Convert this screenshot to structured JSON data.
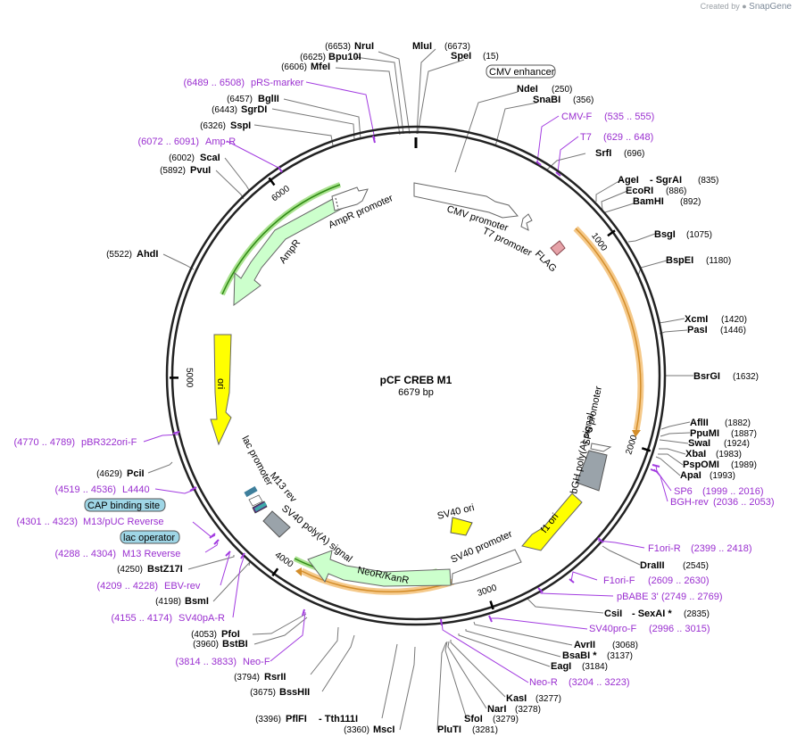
{
  "branding": {
    "created_by": "Created by",
    "app": "SnapGene"
  },
  "plasmid": {
    "name": "pCF CREB M1",
    "size_label": "6679 bp",
    "length": 6679
  },
  "colors": {
    "backbone": "#222222",
    "primer": "#a23be0",
    "site_line": "#777777",
    "gene_fill": "#ccffcc",
    "gene_stroke": "#666666",
    "ori_fill": "#ffff00",
    "promoter_fill": "#ffffff",
    "orf_fill": "#f5c98a",
    "orf_stroke": "#d38d2a",
    "green_track": "#2f8a13",
    "sites_box": "#9fd6e6",
    "flag_fill": "#e6a2a8",
    "terminator_fill": "#999999",
    "polyA_fill": "#9aa3aa"
  },
  "ticks": [
    {
      "label": "1000"
    },
    {
      "label": "2000"
    },
    {
      "label": "3000"
    },
    {
      "label": "4000"
    },
    {
      "label": "5000"
    },
    {
      "label": "6000"
    }
  ],
  "features": {
    "cmv_enhancer": "CMV enhancer",
    "cmv_promoter": "CMV promoter",
    "t7_promoter": "T7 promoter",
    "flag": "FLAG",
    "sp6_promoter": "SP6 promoter",
    "bgh_polya": "bGH poly(A) signal",
    "f1_ori": "f1 ori",
    "sv40_ori": "SV40 ori",
    "sv40_promoter": "SV40 promoter",
    "neo_kan": "NeoR/KanR",
    "sv40_polya": "SV40 poly(A) signal",
    "m13_rev": "M13 rev",
    "lac_promoter": "lac promoter",
    "ori": "ori",
    "ampr": "AmpR",
    "ampr_promoter": "AmpR promoter",
    "cap_site": "CAP binding site",
    "lac_operator": "lac operator"
  },
  "sites": [
    {
      "pos": "(6653)",
      "name": "NruI"
    },
    {
      "pos": "(6625)",
      "name": "Bpu10I"
    },
    {
      "pos": "(6606)",
      "name": "MfeI"
    },
    {
      "name": "MluI",
      "pos": "(6673)"
    },
    {
      "name": "SpeI",
      "pos": "(15)"
    },
    {
      "name": "NdeI",
      "pos": "(250)"
    },
    {
      "name": "SnaBI",
      "pos": "(356)"
    },
    {
      "name": "SrfI",
      "pos": "(696)"
    },
    {
      "name": "AgeI",
      "pos": ""
    },
    {
      "name": "- SgrAI",
      "pos": "(835)"
    },
    {
      "name": "EcoRI",
      "pos": "(886)"
    },
    {
      "name": "BamHI",
      "pos": "(892)"
    },
    {
      "name": "BsgI",
      "pos": "(1075)"
    },
    {
      "name": "BspEI",
      "pos": "(1180)"
    },
    {
      "name": "XcmI",
      "pos": "(1420)"
    },
    {
      "name": "PasI",
      "pos": "(1446)"
    },
    {
      "name": "BsrGI",
      "pos": "(1632)"
    },
    {
      "name": "AflII",
      "pos": "(1882)"
    },
    {
      "name": "PpuMI",
      "pos": "(1887)"
    },
    {
      "name": "SwaI",
      "pos": "(1924)"
    },
    {
      "name": "XbaI",
      "pos": "(1983)"
    },
    {
      "name": "PspOMI",
      "pos": "(1989)"
    },
    {
      "name": "ApaI",
      "pos": "(1993)"
    },
    {
      "name": "DraIII",
      "pos": "(2545)"
    },
    {
      "name": "CsiI",
      "pos": ""
    },
    {
      "name": "- SexAI *",
      "pos": "(2835)"
    },
    {
      "name": "AvrII",
      "pos": "(3068)"
    },
    {
      "name": "BsaBI *",
      "pos": "(3137)"
    },
    {
      "name": "EagI",
      "pos": "(3184)"
    },
    {
      "name": "KasI",
      "pos": "(3277)"
    },
    {
      "name": "NarI",
      "pos": "(3278)"
    },
    {
      "name": "SfoI",
      "pos": "(3279)"
    },
    {
      "name": "PluTI",
      "pos": "(3281)"
    },
    {
      "pos": "(3360)",
      "name": "MscI"
    },
    {
      "pos": "(3396)",
      "name": "PflFI"
    },
    {
      "pos": "",
      "name": "- Tth111I"
    },
    {
      "pos": "(3675)",
      "name": "BssHII"
    },
    {
      "pos": "(3794)",
      "name": "RsrII"
    },
    {
      "pos": "(3960)",
      "name": "BstBI"
    },
    {
      "pos": "(4053)",
      "name": "PfoI"
    },
    {
      "pos": "(4198)",
      "name": "BsmI"
    },
    {
      "pos": "(4250)",
      "name": "BstZ17I"
    },
    {
      "pos": "(4629)",
      "name": "PciI"
    },
    {
      "pos": "(5522)",
      "name": "AhdI"
    },
    {
      "pos": "(5892)",
      "name": "PvuI"
    },
    {
      "pos": "(6002)",
      "name": "ScaI"
    },
    {
      "pos": "(6326)",
      "name": "SspI"
    },
    {
      "pos": "(6443)",
      "name": "SgrDI"
    },
    {
      "pos": "(6457)",
      "name": "BglII"
    }
  ],
  "primers": [
    {
      "range": "(6489 .. 6508)",
      "name": "pRS-marker"
    },
    {
      "range": "(6072 .. 6091)",
      "name": "Amp-R"
    },
    {
      "name": "CMV-F",
      "range": "(535 .. 555)"
    },
    {
      "name": "T7",
      "range": "(629 .. 648)"
    },
    {
      "name": "SP6",
      "range": "(1999 .. 2016)"
    },
    {
      "name": "BGH-rev",
      "range": "(2036 .. 2053)"
    },
    {
      "name": "F1ori-R",
      "range": "(2399 .. 2418)"
    },
    {
      "name": "F1ori-F",
      "range": "(2609 .. 2630)"
    },
    {
      "name": "pBABE 3'",
      "range": "(2749 .. 2769)"
    },
    {
      "name": "SV40pro-F",
      "range": "(2996 .. 3015)"
    },
    {
      "name": "Neo-R",
      "range": "(3204 .. 3223)"
    },
    {
      "range": "(3814 .. 3833)",
      "name": "Neo-F"
    },
    {
      "range": "(4155 .. 4174)",
      "name": "SV40pA-R"
    },
    {
      "range": "(4209 .. 4228)",
      "name": "EBV-rev"
    },
    {
      "range": "(4288 .. 4304)",
      "name": "M13 Reverse"
    },
    {
      "range": "(4301 .. 4323)",
      "name": "M13/pUC Reverse"
    },
    {
      "range": "(4519 .. 4536)",
      "name": "L4440"
    },
    {
      "range": "(4770 .. 4789)",
      "name": "pBR322ori-F"
    }
  ]
}
